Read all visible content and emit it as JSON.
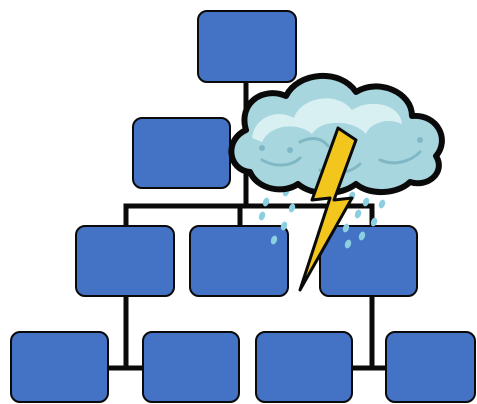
{
  "diagram": {
    "type": "org-chart",
    "levels": [
      {
        "level": 1,
        "boxes": [
          "top-box"
        ]
      },
      {
        "level": 2,
        "boxes": [
          "manager-box"
        ]
      },
      {
        "level": 3,
        "boxes": [
          "dept-box-left",
          "dept-box-center",
          "dept-box-right"
        ]
      },
      {
        "level": 4,
        "boxes": [
          "team-box-1",
          "team-box-2",
          "team-box-3",
          "team-box-4"
        ]
      }
    ],
    "overlay": {
      "icon": "storm-cloud-icon",
      "bolt": "lightning-bolt-icon",
      "rain": "raindrop-icon"
    }
  },
  "colors": {
    "box_fill": "#4472c4",
    "box_stroke": "#0a0a0a",
    "connector": "#0a0a0a",
    "cloud_fill": "#a7d6de",
    "cloud_highlight": "#d9f0f3",
    "cloud_shade": "#7fb8c4",
    "bolt_fill": "#f3c61e",
    "raindrop": "#8ccfe0"
  }
}
